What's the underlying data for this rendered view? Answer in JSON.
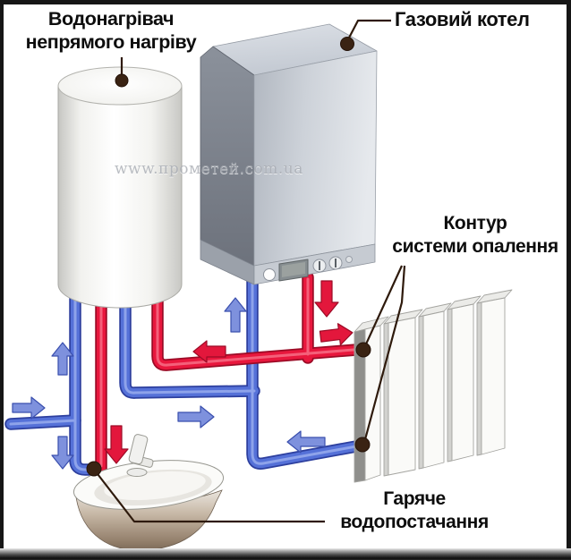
{
  "labels": {
    "water_heater": {
      "line1": "Водонагрівач",
      "line2": "непрямого нагріву"
    },
    "gas_boiler": "Газовий котел",
    "heating_circuit": {
      "line1": "Контур",
      "line2": "системи опалення"
    },
    "hot_water_supply": {
      "line1": "Гаряче",
      "line2": "водопостачання"
    }
  },
  "watermark": "www.прометей.com.ua",
  "colors": {
    "hot_pipe": "#e8173d",
    "hot_pipe_outline": "#9c0b26",
    "hot_pipe_highlight": "#f4607a",
    "cold_pipe": "#5571d8",
    "cold_pipe_outline": "#2d3f9e",
    "cold_pipe_highlight": "#8ea3ea",
    "cold_arrow_fill": "#7e91dd",
    "hot_arrow_fill": "#e3173c",
    "leader_line": "#2e1a0c",
    "anchor_dot": "#3a2313",
    "label_text": "#0d0d0d"
  }
}
